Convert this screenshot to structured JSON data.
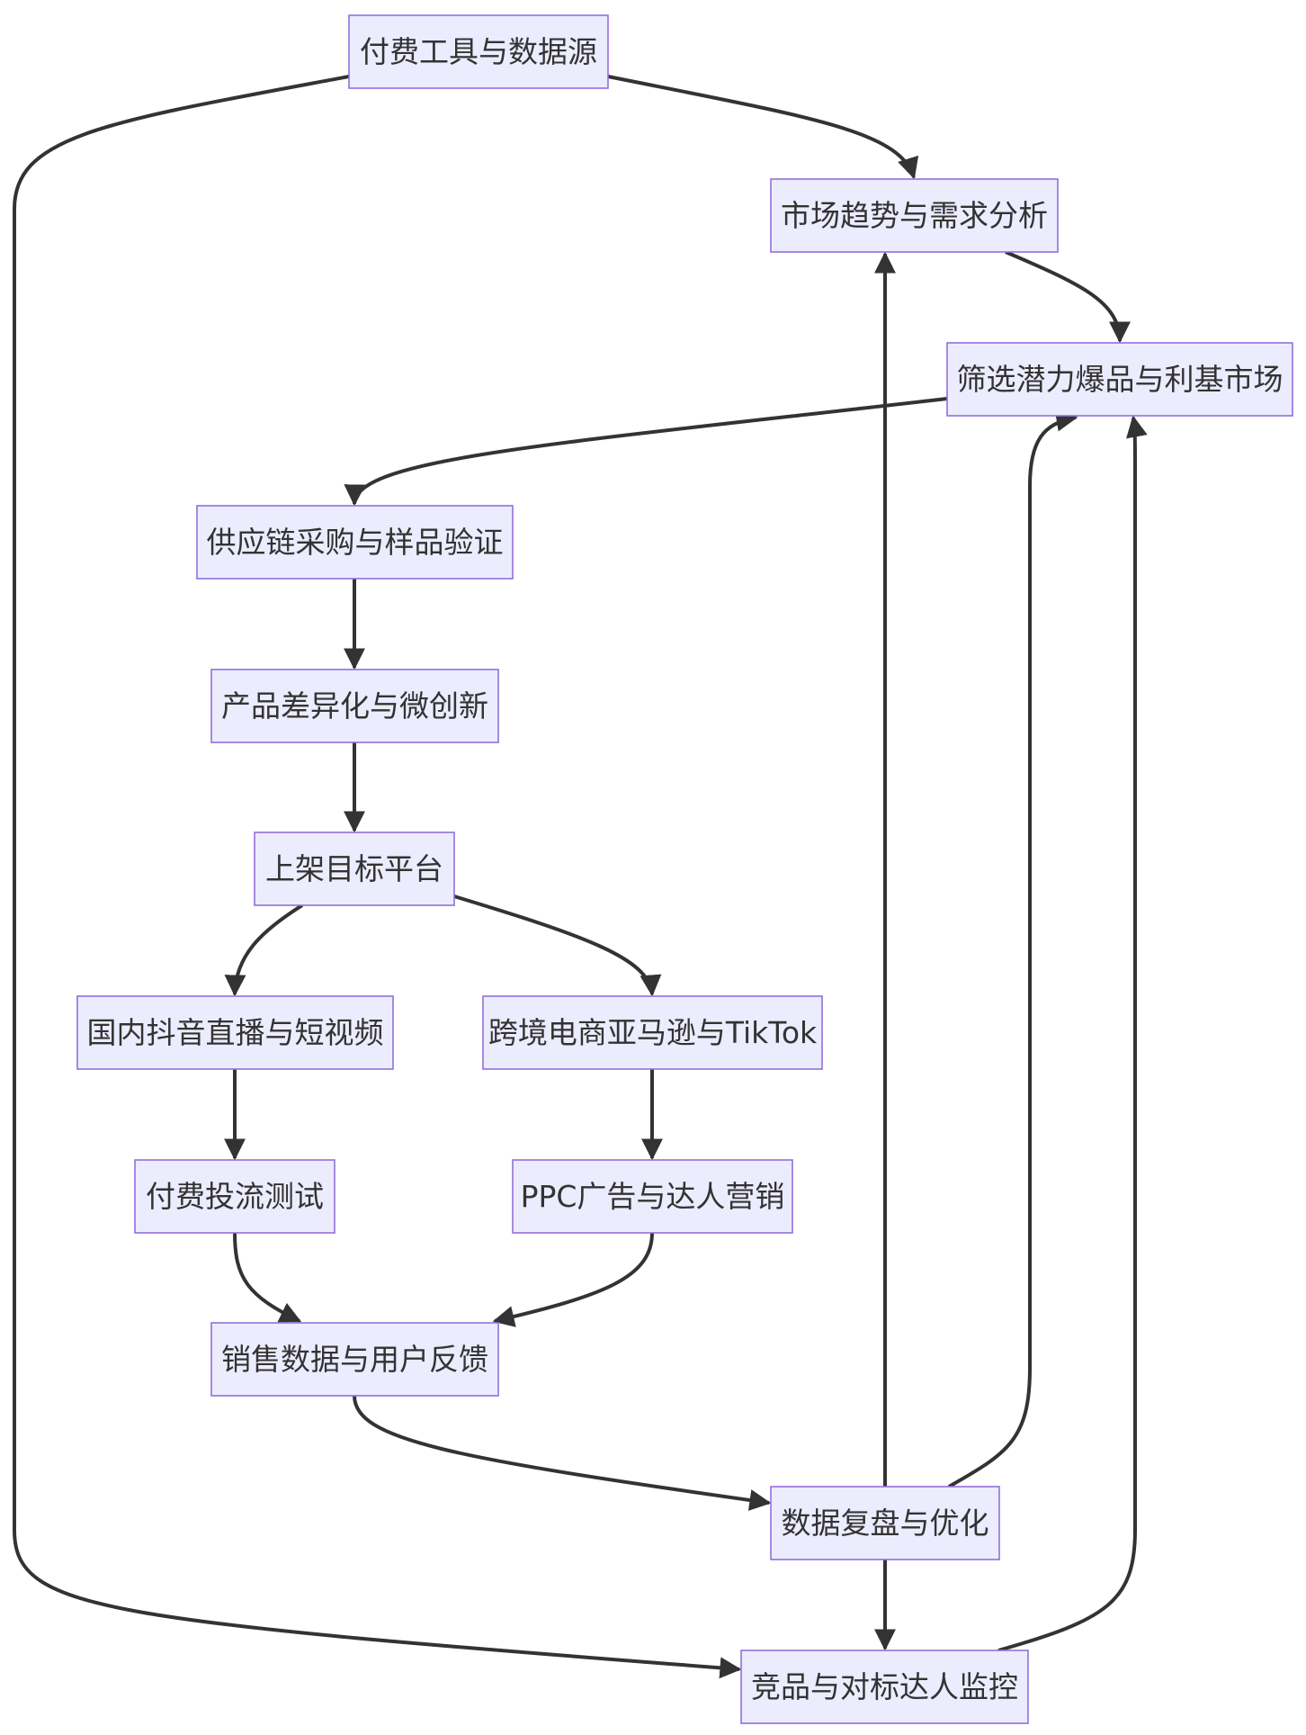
{
  "diagram": {
    "nodes": [
      {
        "id": "n1",
        "label": "付费工具与数据源"
      },
      {
        "id": "n2",
        "label": "市场趋势与需求分析"
      },
      {
        "id": "n3",
        "label": "筛选潜力爆品与利基市场"
      },
      {
        "id": "n4",
        "label": "供应链采购与样品验证"
      },
      {
        "id": "n5",
        "label": "产品差异化与微创新"
      },
      {
        "id": "n6",
        "label": "上架目标平台"
      },
      {
        "id": "n7",
        "label": "国内抖音直播与短视频"
      },
      {
        "id": "n8",
        "label": "跨境电商亚马逊与TikTok"
      },
      {
        "id": "n9",
        "label": "付费投流测试"
      },
      {
        "id": "n10",
        "label": "PPC广告与达人营销"
      },
      {
        "id": "n11",
        "label": "销售数据与用户反馈"
      },
      {
        "id": "n12",
        "label": "数据复盘与优化"
      },
      {
        "id": "n13",
        "label": "竞品与对标达人监控"
      }
    ],
    "edges": [
      {
        "from": "n1",
        "to": "n2"
      },
      {
        "from": "n1",
        "to": "n13"
      },
      {
        "from": "n2",
        "to": "n3"
      },
      {
        "from": "n3",
        "to": "n4"
      },
      {
        "from": "n4",
        "to": "n5"
      },
      {
        "from": "n5",
        "to": "n6"
      },
      {
        "from": "n6",
        "to": "n7"
      },
      {
        "from": "n6",
        "to": "n8"
      },
      {
        "from": "n7",
        "to": "n9"
      },
      {
        "from": "n8",
        "to": "n10"
      },
      {
        "from": "n9",
        "to": "n11"
      },
      {
        "from": "n10",
        "to": "n11"
      },
      {
        "from": "n11",
        "to": "n12"
      },
      {
        "from": "n12",
        "to": "n2"
      },
      {
        "from": "n12",
        "to": "n3"
      },
      {
        "from": "n12",
        "to": "n13"
      },
      {
        "from": "n13",
        "to": "n3"
      }
    ]
  },
  "colors": {
    "node_fill": "#ECECFF",
    "node_stroke": "#9370DB",
    "edge": "#333333",
    "text": "#333333"
  }
}
